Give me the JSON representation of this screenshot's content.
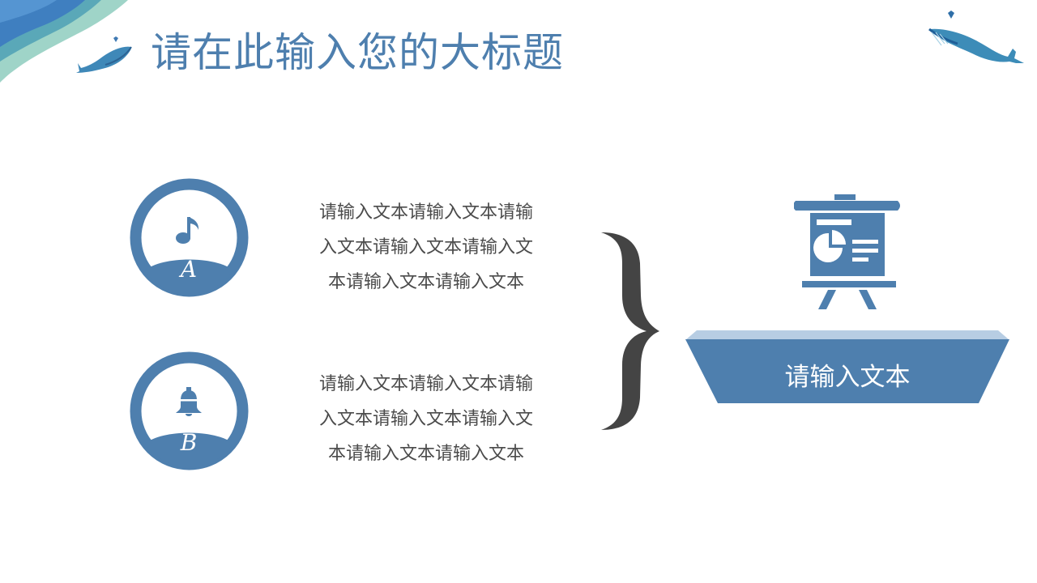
{
  "slide": {
    "title": "请在此输入您的大标题",
    "colors": {
      "accent": "#4e7fae",
      "accent_light": "#b7cde3",
      "text": "#4b4b4b",
      "brace": "#444444"
    }
  },
  "items": [
    {
      "letter": "A",
      "icon": "music-note-icon",
      "lines": [
        "请输入文本请输入文本请输",
        "入文本请输入文本请输入文",
        "本请输入文本请输入文本"
      ]
    },
    {
      "letter": "B",
      "icon": "bell-icon",
      "lines": [
        "请输入文本请输入文本请输",
        "入文本请输入文本请输入文",
        "本请输入文本请输入文本"
      ]
    }
  ],
  "summary": {
    "icon": "presentation-board-icon",
    "label": "请输入文本"
  }
}
